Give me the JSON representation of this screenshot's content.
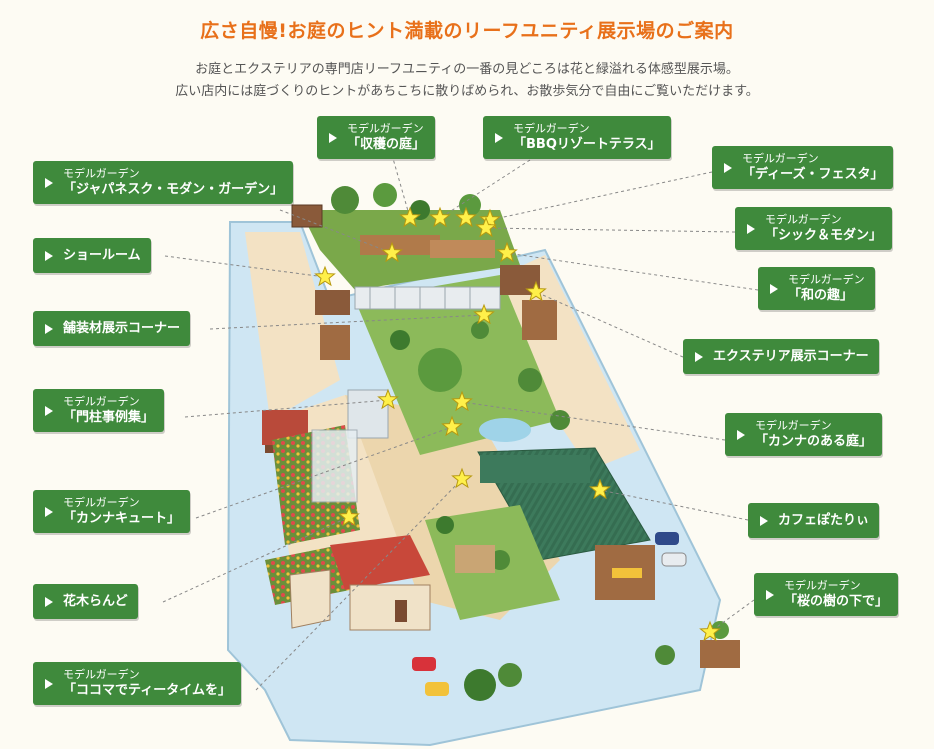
{
  "header": {
    "title": "広さ自慢!お庭のヒント満載のリーフユニティ展示場のご案内",
    "desc_line1": "お庭とエクステリアの専門店リーフユニティの一番の見どころは花と緑溢れる体感型展示場。",
    "desc_line2": "広い店内には庭づくりのヒントがあちこちに散りばめられ、お散歩気分で自由にご覧いただけます。"
  },
  "labels": {
    "syukaku": {
      "sub": "モデルガーデン",
      "name": "「収穫の庭」"
    },
    "bbq": {
      "sub": "モデルガーデン",
      "name": "「BBQリゾートテラス」"
    },
    "japanesque": {
      "sub": "モデルガーデン",
      "name": "「ジャパネスク・モダン・ガーデン」"
    },
    "ds_festa": {
      "sub": "モデルガーデン",
      "name": "「ディーズ・フェスタ」"
    },
    "chic": {
      "sub": "モデルガーデン",
      "name": "「シック＆モダン」"
    },
    "showroom": {
      "name": "ショールーム"
    },
    "wanoomomuki": {
      "sub": "モデルガーデン",
      "name": "「和の趣」"
    },
    "hosou": {
      "name": "舗装材展示コーナー"
    },
    "exterior": {
      "name": "エクステリア展示コーナー"
    },
    "monchu": {
      "sub": "モデルガーデン",
      "name": "「門柱事例集」"
    },
    "canna_garden": {
      "sub": "モデルガーデン",
      "name": "「カンナのある庭」"
    },
    "canna_cute": {
      "sub": "モデルガーデン",
      "name": "「カンナキュート」"
    },
    "cafe": {
      "name": "カフェぽたりぃ"
    },
    "kaboku": {
      "name": "花木らんど"
    },
    "sakura": {
      "sub": "モデルガーデン",
      "name": "「桜の樹の下で」"
    },
    "cocoma": {
      "sub": "モデルガーデン",
      "name": "「ココマでティータイムを」"
    }
  },
  "colors": {
    "label_green": "#3f8a3c",
    "title_orange": "#e8701a",
    "star": "#fff04a",
    "path_sand": "#f3e2c4",
    "lot_blue": "#cfe6f3"
  }
}
